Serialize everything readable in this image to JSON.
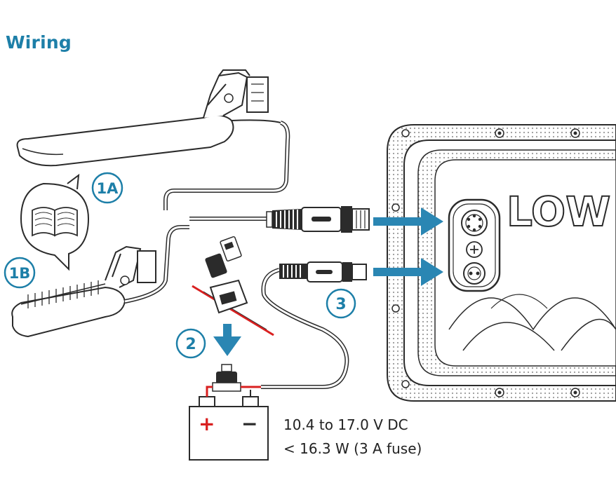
{
  "heading": "Wiring",
  "callouts": {
    "c1a": "1A",
    "c1b": "1B",
    "c2": "2",
    "c3": "3"
  },
  "battery": {
    "plus": "+",
    "minus": "−"
  },
  "unit_logo": "LOW",
  "power_spec": {
    "voltage": "10.4 to 17.0 V DC",
    "power": "< 16.3 W (3 A fuse)"
  },
  "colors": {
    "accent": "#1d7fa8",
    "arrow": "#2a86b3",
    "wire_red": "#d92020",
    "outline": "#2b2b2b"
  }
}
